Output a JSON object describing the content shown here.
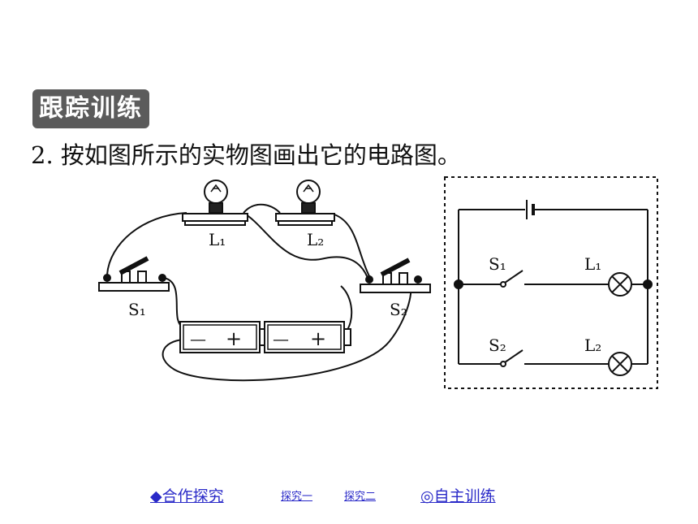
{
  "section_badge": "跟踪训练",
  "question": "2. 按如图所示的实物图画出它的电路图。",
  "physical_diagram": {
    "bulb1_label": "L₁",
    "bulb2_label": "L₂",
    "switch1_label": "S₁",
    "switch2_label": "S₂",
    "battery_sign_minus": "—",
    "battery_sign_plus": "+"
  },
  "circuit_diagram": {
    "switch1_label": "S₁",
    "switch2_label": "S₂",
    "lamp1_label": "L₁",
    "lamp2_label": "L₂"
  },
  "nav": {
    "cooperate": "◆合作探究",
    "explore1": "探究一",
    "explore2": "探究二",
    "self_training": "◎自主训练"
  },
  "colors": {
    "link": "#2929c8",
    "badge": "#5b5b5b"
  }
}
